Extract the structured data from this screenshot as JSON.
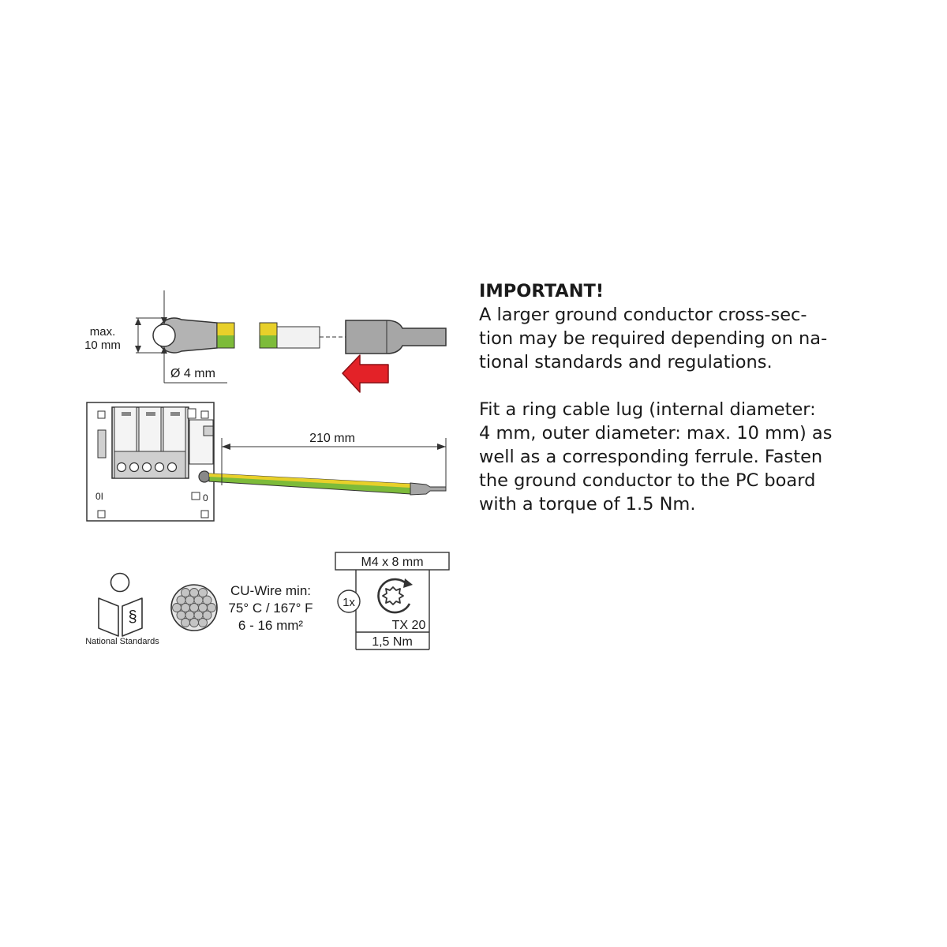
{
  "lug": {
    "outer_label_line1": "max.",
    "outer_label_line2": "10 mm",
    "inner_label": "Ø 4 mm"
  },
  "cable": {
    "length_label": "210 mm"
  },
  "board": {
    "mark_left": "0I",
    "mark_right": "0"
  },
  "standards": {
    "label": "National Standards",
    "section_symbol": "§"
  },
  "wire": {
    "line1": "CU-Wire min:",
    "line2": "75° C / 167° F",
    "line3": "6 - 16 mm²"
  },
  "screw": {
    "size": "M4 x 8 mm",
    "quantity": "1x",
    "bit": "TX 20",
    "torque": "1,5 Nm"
  },
  "notice": {
    "title": "IMPORTANT!",
    "paragraph1_lines": [
      "A larger ground conductor cross-sec-",
      "tion may be required depending on na-",
      "tional standards and regulations."
    ],
    "paragraph2_lines": [
      "Fit a ring cable lug (internal diameter:",
      "4 mm, outer diameter: max. 10 mm) as",
      "well as a corresponding ferrule. Fasten",
      "the ground conductor to the PC board",
      "with a torque of 1.5 Nm."
    ]
  },
  "colors": {
    "wire_yellow": "#e8d02a",
    "wire_green": "#7dbb3a",
    "arrow_red": "#e32228",
    "cable_grey": "#a6a6a6"
  }
}
